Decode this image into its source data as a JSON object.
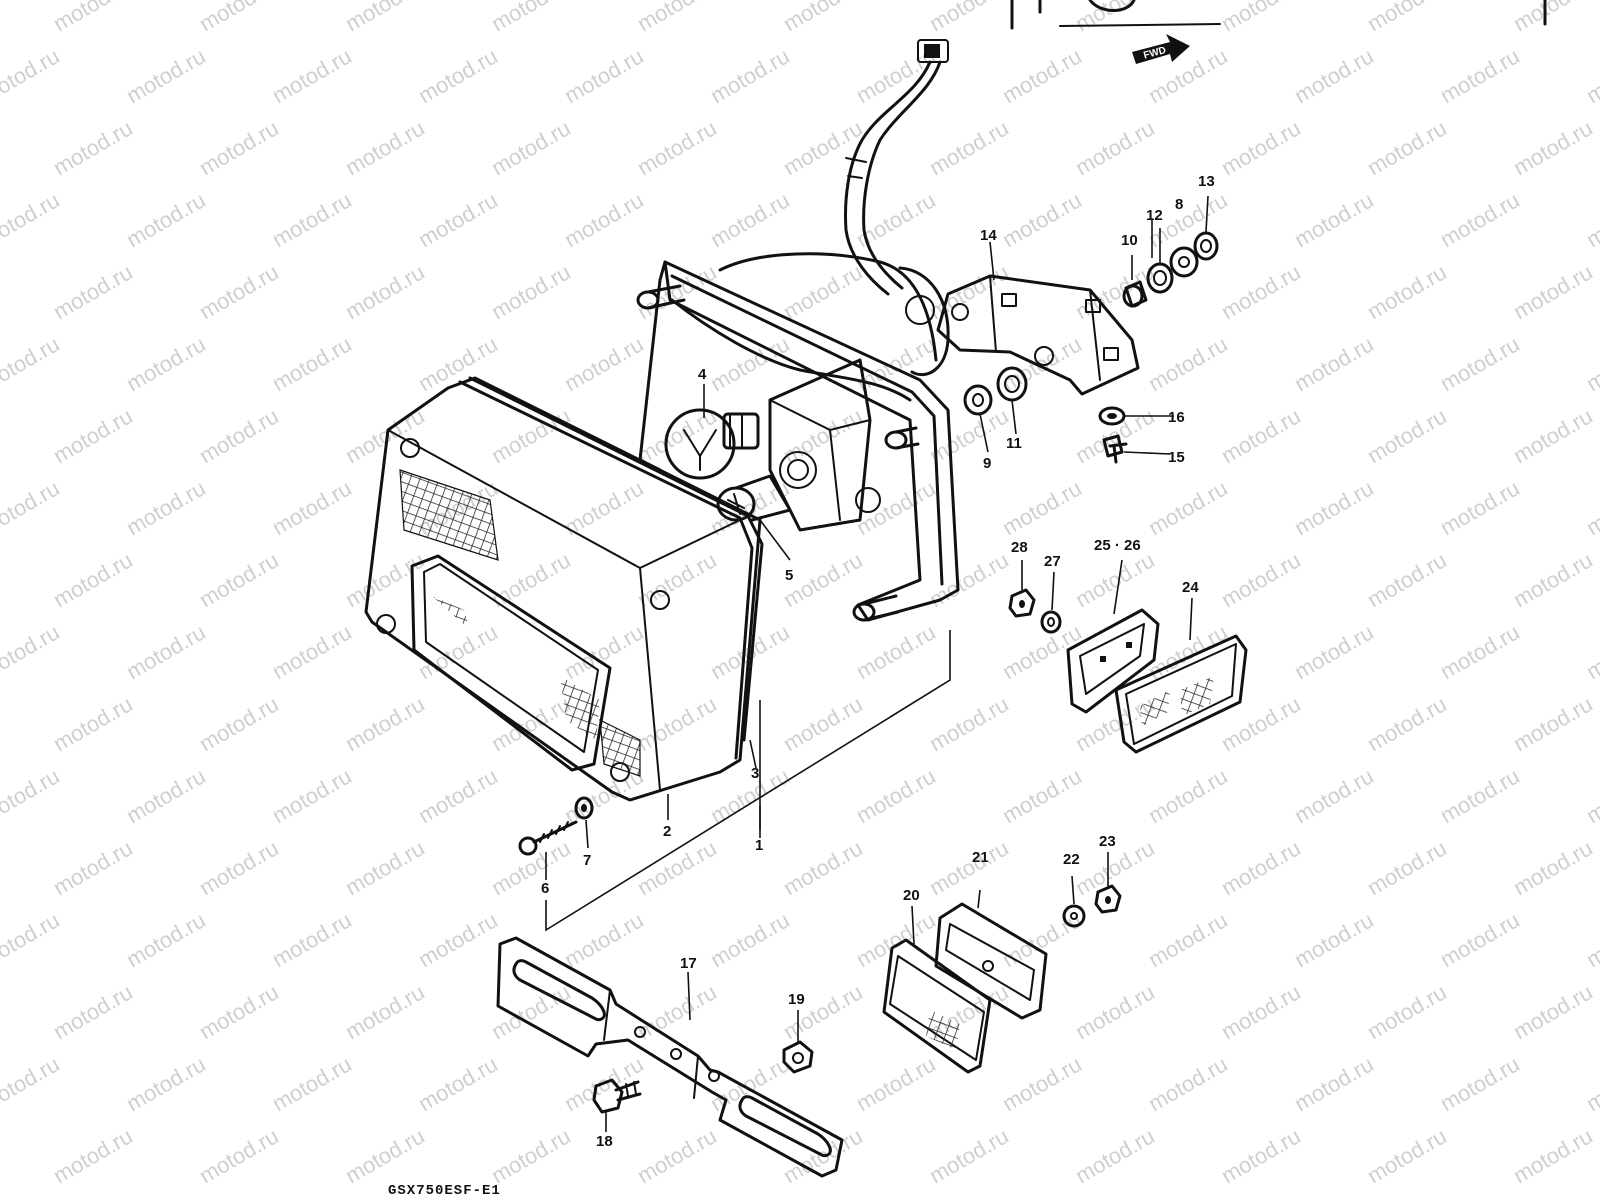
{
  "diagram": {
    "drawing_code": "GSX750ESF-E1",
    "watermark_text": "motod.ru",
    "direction_arrow_label": "FWD",
    "part_numbers": [
      "1",
      "2",
      "3",
      "4",
      "5",
      "6",
      "7",
      "8",
      "9",
      "10",
      "11",
      "12",
      "13",
      "14",
      "15",
      "16",
      "17",
      "18",
      "19",
      "20",
      "21",
      "22",
      "23",
      "24",
      "25 · 26",
      "27",
      "28"
    ]
  },
  "colors": {
    "ink": "#111111",
    "paper": "#ffffff",
    "watermark": "#cfcfcf"
  }
}
